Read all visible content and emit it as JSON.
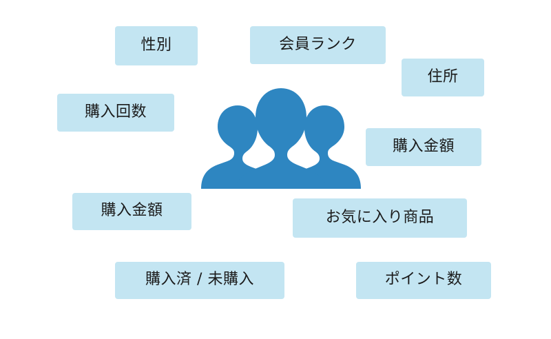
{
  "diagram": {
    "background_color": "#ffffff",
    "center_icon": {
      "name": "group-of-people-icon",
      "color": "#2e86c1",
      "description": "three-person silhouette"
    },
    "badge_style": {
      "background_color": "#c3e5f2",
      "text_color": "#1b1b1b"
    },
    "badges": [
      {
        "id": "gender",
        "label": "性別"
      },
      {
        "id": "member_rank",
        "label": "会員ランク"
      },
      {
        "id": "address",
        "label": "住所"
      },
      {
        "id": "purchase_count",
        "label": "購入回数"
      },
      {
        "id": "purchase_amount_right",
        "label": "購入金額"
      },
      {
        "id": "purchase_amount_left",
        "label": "購入金額"
      },
      {
        "id": "favorite_items",
        "label": "お気に入り商品"
      },
      {
        "id": "purchase_status",
        "label": "購入済 / 未購入"
      },
      {
        "id": "points",
        "label": "ポイント数"
      }
    ]
  }
}
